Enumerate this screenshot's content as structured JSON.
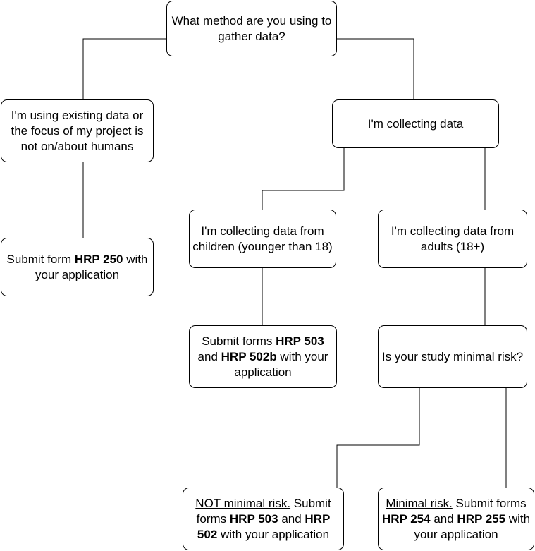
{
  "flowchart": {
    "root": {
      "text": "What method are you using to gather data?"
    },
    "existing": {
      "text": "I'm using existing data or the focus of my project is not on/about humans"
    },
    "collecting": {
      "text": "I'm collecting data"
    },
    "hrp250": {
      "pre": "Submit form ",
      "form": "HRP 250",
      "post": " with your application"
    },
    "children": {
      "text": "I'm collecting data from children (younger than 18)"
    },
    "adults": {
      "text": "I'm collecting data from adults (18+)"
    },
    "children_forms": {
      "pre": "Submit forms ",
      "form1": "HRP 503",
      "mid": " and ",
      "form2": "HRP 502b",
      "post": " with your application"
    },
    "minimal_question": {
      "text": "Is your study minimal risk?"
    },
    "not_minimal": {
      "label": "NOT minimal risk.",
      "pre": " Submit forms ",
      "form1": "HRP 503",
      "mid": " and ",
      "form2": "HRP 502",
      "post": " with your application"
    },
    "minimal": {
      "label": "Minimal risk.",
      "pre": " Submit forms ",
      "form1": "HRP 254",
      "mid": " and ",
      "form2": "HRP 255",
      "post": " with your application"
    }
  },
  "colors": {
    "stroke": "#000000",
    "fill": "#ffffff",
    "text": "#000000"
  }
}
